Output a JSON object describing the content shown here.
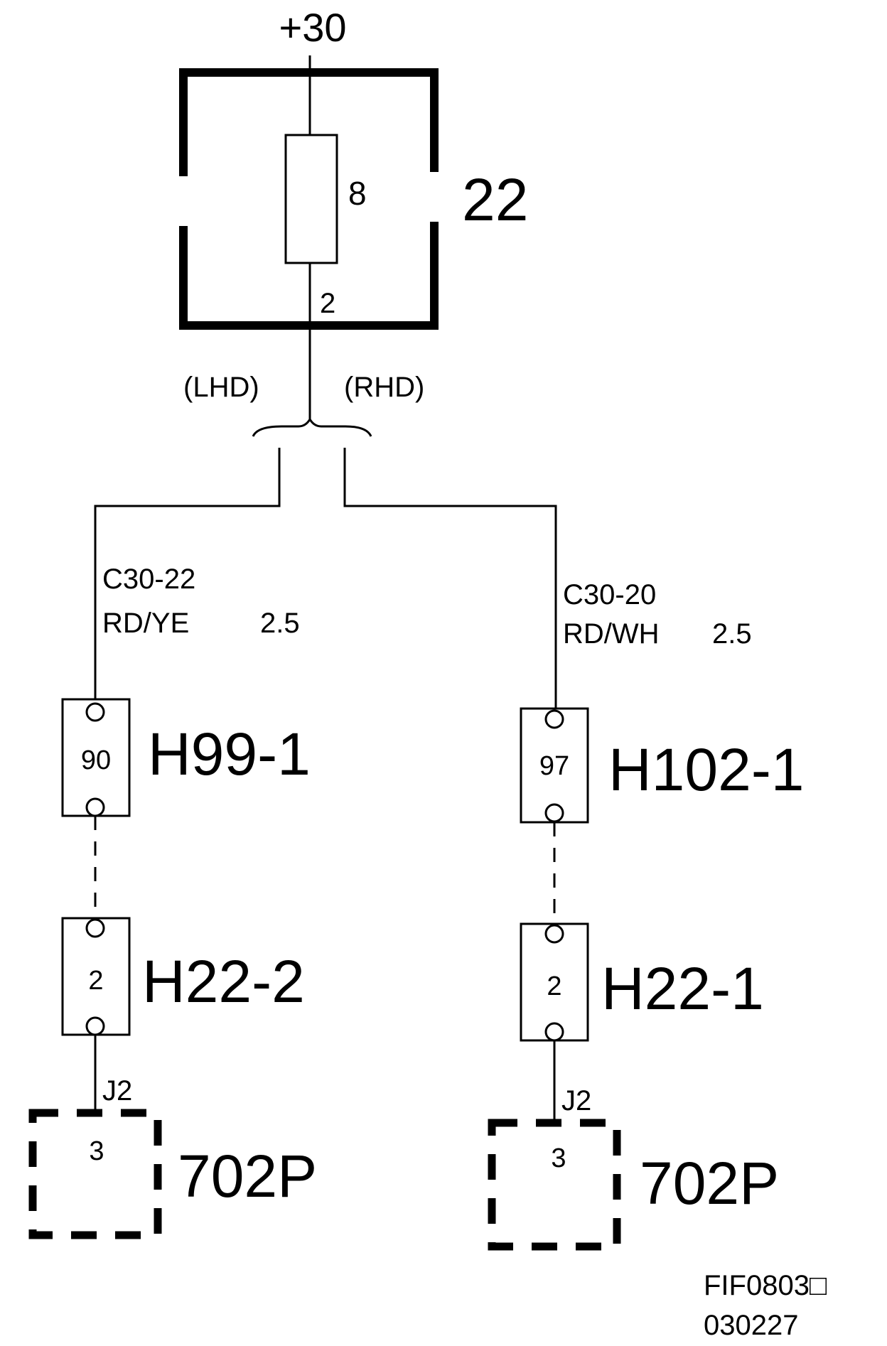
{
  "supply": {
    "label": "+30"
  },
  "fuse_box": {
    "ref": "22",
    "fuse_number": "8",
    "pin": "2"
  },
  "variants": {
    "left": "(LHD)",
    "right": "(RHD)"
  },
  "branches": [
    {
      "wire_id": "C30-22",
      "wire_color": "RD/YE",
      "wire_size": "2.5",
      "connector1": {
        "pin": "90",
        "name": "H99-1"
      },
      "connector2": {
        "pin": "2",
        "name": "H22-2"
      },
      "terminal": {
        "jack": "J2",
        "pin": "3",
        "name": "702P"
      }
    },
    {
      "wire_id": "C30-20",
      "wire_color": "RD/WH",
      "wire_size": "2.5",
      "connector1": {
        "pin": "97",
        "name": "H102-1"
      },
      "connector2": {
        "pin": "2",
        "name": "H22-1"
      },
      "terminal": {
        "jack": "J2",
        "pin": "3",
        "name": "702P"
      }
    }
  ],
  "footer": {
    "figure_id": "FIF0803□",
    "date_code": "030227"
  }
}
